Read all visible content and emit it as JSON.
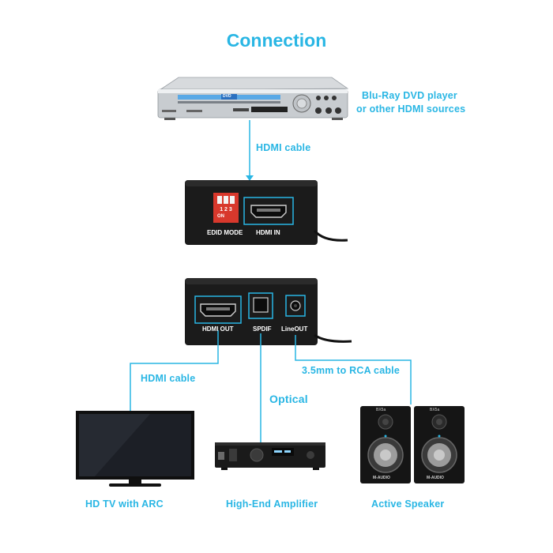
{
  "title": "Connection",
  "source": {
    "line1": "Blu-Ray DVD player",
    "line2": "or other HDMI sources",
    "badge": "DVD"
  },
  "cables": {
    "hdmi_in": "HDMI cable",
    "hdmi_out": "HDMI cable",
    "optical": "Optical",
    "analog": "3.5mm to RCA cable"
  },
  "input_box": {
    "dip_numbers": "1 2 3",
    "dip_on": "ON",
    "edid_label": "EDID MODE",
    "hdmi_in_label": "HDMI IN"
  },
  "output_box": {
    "hdmi_out_label": "HDMI OUT",
    "spdif_label": "SPDIF",
    "line_out_label": "LineOUT"
  },
  "devices": {
    "tv": "HD TV with ARC",
    "amplifier": "High-End Amplifier",
    "speaker": "Active Speaker",
    "speaker_brand": "M-AUDIO",
    "speaker_model": "BX5a"
  },
  "colors": {
    "accent": "#29b6e4",
    "device_body": "#1a1a1a"
  }
}
